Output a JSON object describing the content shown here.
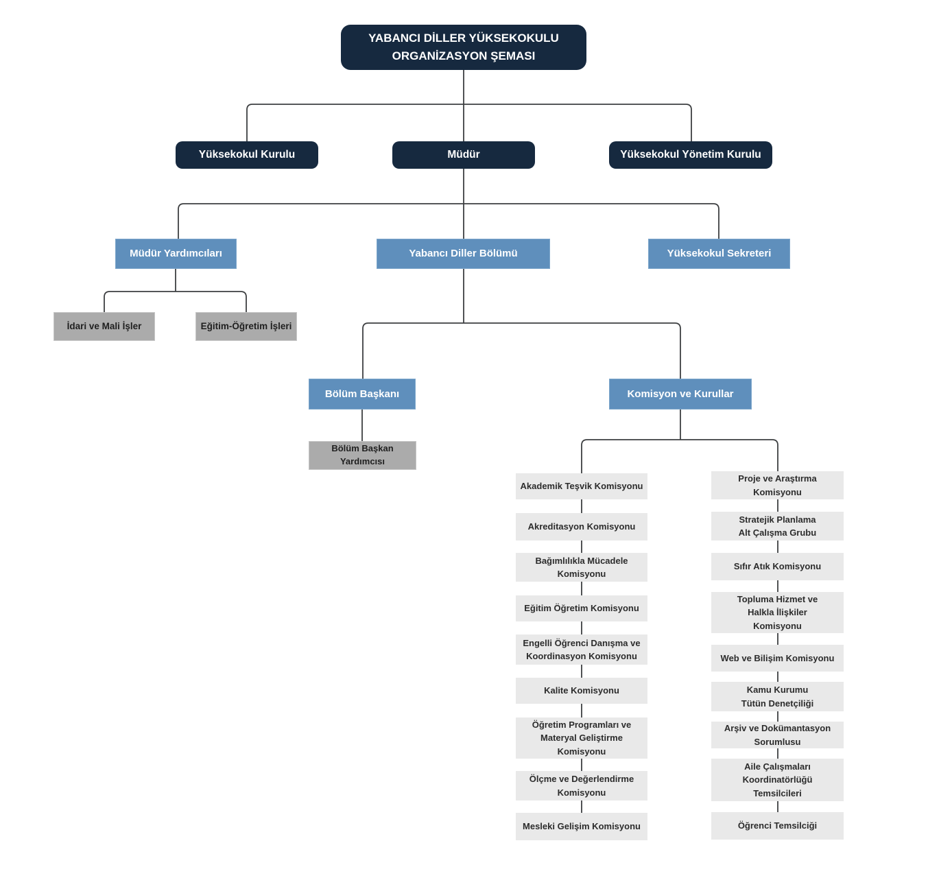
{
  "title": "YABANCI DİLLER YÜKSEKOKULU\nORGANİZASYON ŞEMASI",
  "level2": {
    "yuksekokul_kurulu": "Yüksekokul Kurulu",
    "mudur": "Müdür",
    "yonetim_kurulu": "Yüksekokul Yönetim Kurulu"
  },
  "level3": {
    "mudur_yardimcilari": "Müdür Yardımcıları",
    "yabanci_diller_bolumu": "Yabancı Diller Bölümü",
    "yuksekokul_sekreteri": "Yüksekokul Sekreteri"
  },
  "mudur_yardimcilari_altindakiler": {
    "idari_ve_mali_isler": "İdari ve Mali İşler",
    "egitim_ogretim_isleri": "Eğitim-Öğretim İşleri"
  },
  "bolum": {
    "bolum_baskani": "Bölüm Başkanı",
    "komisyon_ve_kurullar": "Komisyon ve Kurullar",
    "bolum_baskan_yardimcisi": "Bölüm Başkan\nYardımcısı"
  },
  "commissions": {
    "left": [
      "Akademik Teşvik Komisyonu",
      "Akreditasyon Komisyonu",
      "Bağımlılıkla Mücadele\nKomisyonu",
      "Eğitim Öğretim Komisyonu",
      "Engelli Öğrenci Danışma ve\nKoordinasyon Komisyonu",
      "Kalite Komisyonu",
      "Öğretim Programları ve\nMateryal Geliştirme\nKomisyonu",
      "Ölçme ve Değerlendirme\nKomisyonu",
      "Mesleki Gelişim Komisyonu"
    ],
    "right": [
      "Proje ve Araştırma\nKomisyonu",
      "Stratejik Planlama\nAlt Çalışma Grubu",
      "Sıfır Atık Komisyonu",
      "Topluma Hizmet ve\nHalkla İlişkiler\nKomisyonu",
      "Web ve Bilişim Komisyonu",
      "Kamu Kurumu\nTütün Denetçiliği",
      "Arşiv ve Dokümantasyon\nSorumlusu",
      "Aile Çalışmaları\nKoordinatörlüğü\nTemsilcileri",
      "Öğrenci Temsilciği"
    ]
  },
  "colors": {
    "navy": "#16293f",
    "blue": "#5f8fbc",
    "gray": "#ababab",
    "light_gray": "#e9e9e9",
    "line": "#3d3f41",
    "background": "#ffffff"
  }
}
